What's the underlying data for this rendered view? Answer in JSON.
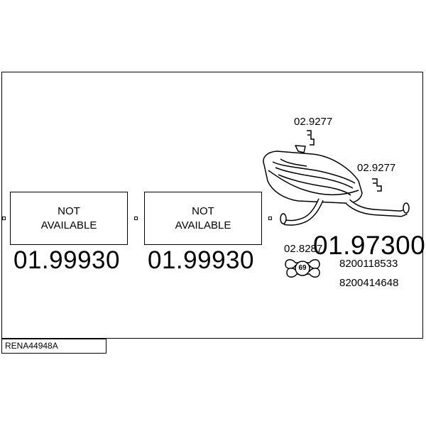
{
  "reference_code": "RENA44948A",
  "parts": [
    {
      "label_line1": "NOT",
      "label_line2": "AVAILABLE",
      "part_number": "01.99930"
    },
    {
      "label_line1": "NOT",
      "label_line2": "AVAILABLE",
      "part_number": "01.99930"
    }
  ],
  "muffler": {
    "part_number": "01.97300",
    "oem_numbers": [
      "8200118533",
      "8200414648"
    ]
  },
  "hangers": [
    {
      "part_number": "02.9277"
    },
    {
      "part_number": "02.9277"
    }
  ],
  "clamp": {
    "part_number": "02.8287",
    "size": "69"
  }
}
